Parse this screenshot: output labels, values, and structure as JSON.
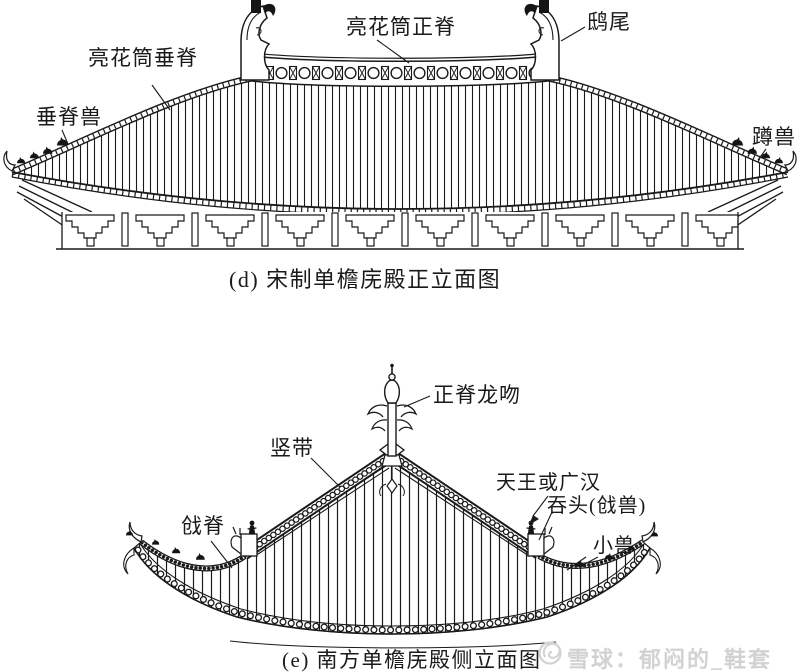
{
  "colors": {
    "ink": "#1a1a1a",
    "background": "#ffffff",
    "watermark": "#d2d2d2"
  },
  "figure_d": {
    "caption": "(d) 宋制单檐庑殿正立面图",
    "labels": {
      "main_ridge": "亮花筒正脊",
      "owl_tail": "鸱尾",
      "hip_ridge": "亮花筒垂脊",
      "hip_ridge_beast": "垂脊兽",
      "crouching_beast": "蹲兽"
    }
  },
  "figure_e": {
    "caption": "(e) 南方单檐庑殿侧立面图",
    "labels": {
      "main_ridge_dragon_kiss": "正脊龙吻",
      "vertical_band": "竖带",
      "heavenly_king": "天王或广汉",
      "swallow_head": "吞头(戗兽)",
      "corner_ridge": "戗脊",
      "small_beasts": "小兽"
    }
  },
  "watermark": {
    "text": "雪球：郁闷的_鞋套"
  }
}
